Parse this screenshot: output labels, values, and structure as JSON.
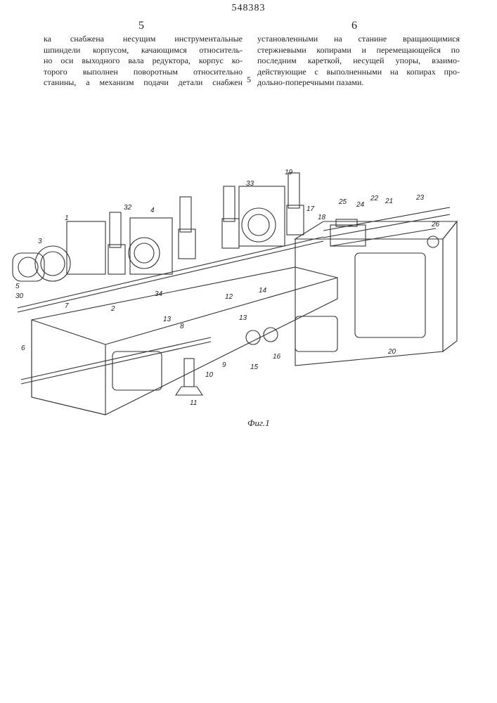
{
  "header": {
    "page_number": "548383",
    "left_column_number": "5",
    "right_column_number": "6"
  },
  "left_column": {
    "lines": [
      "ка снабжена несущим инструментальные",
      "шпиндели корпусом, качающимся относитель-",
      "но оси выходного вала редуктора, корпус ко-",
      "торого выполнен поворотным относительно",
      "станины, а механизм подачи детали снабжен"
    ]
  },
  "margin_line_number": "5",
  "right_column": {
    "lines": [
      "установленными на станине вращающимися",
      "стержневыми копирами и перемещающейся по",
      "последним кареткой, несущей упоры, взаимо-",
      "действующие с выполненными на копирах про-",
      "дольно-поперечными пазами."
    ]
  },
  "figure": {
    "caption": "Фиг.1",
    "callouts": [
      "1",
      "2",
      "3",
      "4",
      "5",
      "6",
      "7",
      "8",
      "9",
      "10",
      "11",
      "12",
      "13",
      "13",
      "14",
      "15",
      "16",
      "17",
      "18",
      "19",
      "20",
      "21",
      "22",
      "23",
      "24",
      "25",
      "26",
      "30",
      "32",
      "33",
      "34"
    ]
  }
}
